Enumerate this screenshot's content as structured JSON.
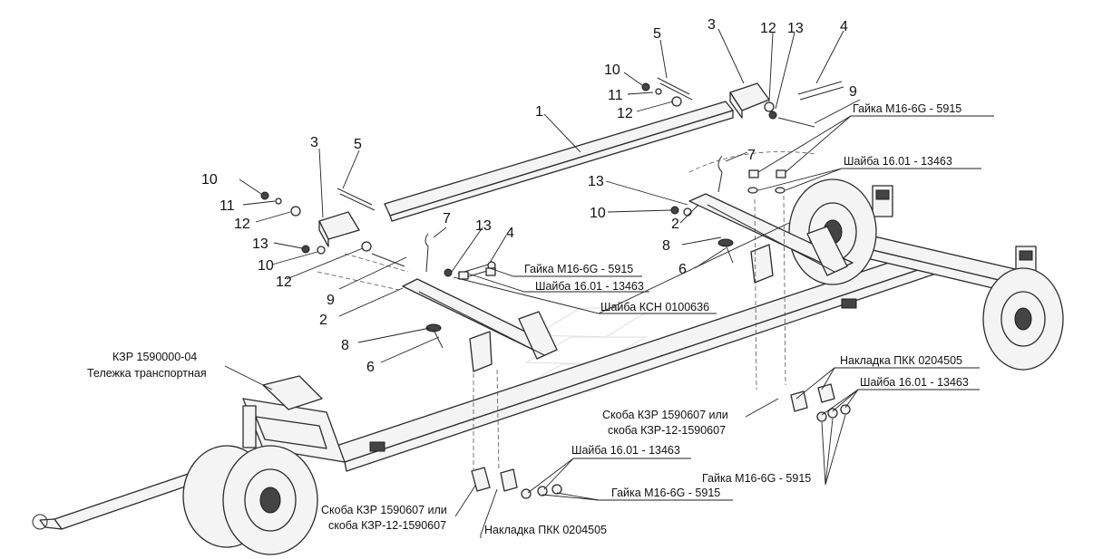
{
  "callout_numbers": {
    "n1": "1",
    "n2": "2",
    "n3": "3",
    "n4": "4",
    "n5": "5",
    "n6": "6",
    "n7": "7",
    "n8": "8",
    "n9": "9",
    "n10": "10",
    "n11": "11",
    "n12": "12",
    "n13": "13"
  },
  "labels": {
    "assembly_code": "КЗР 1590000-04",
    "assembly_name": "Тележка транспортная",
    "nut": "Гайка М16-6G - 5915",
    "washer": "Шайба 16.01 - 13463",
    "washer_ksn": "Шайба КСН 0100636",
    "plate": "Накладка ПКК 0204505",
    "bracket_line1": "Скоба КЗР 1590607 или",
    "bracket_line2": "скоба КЗР-12-1590607"
  },
  "colors": {
    "line": "#2b2b2b",
    "fill": "#f4f4f4",
    "dark": "#444444"
  }
}
